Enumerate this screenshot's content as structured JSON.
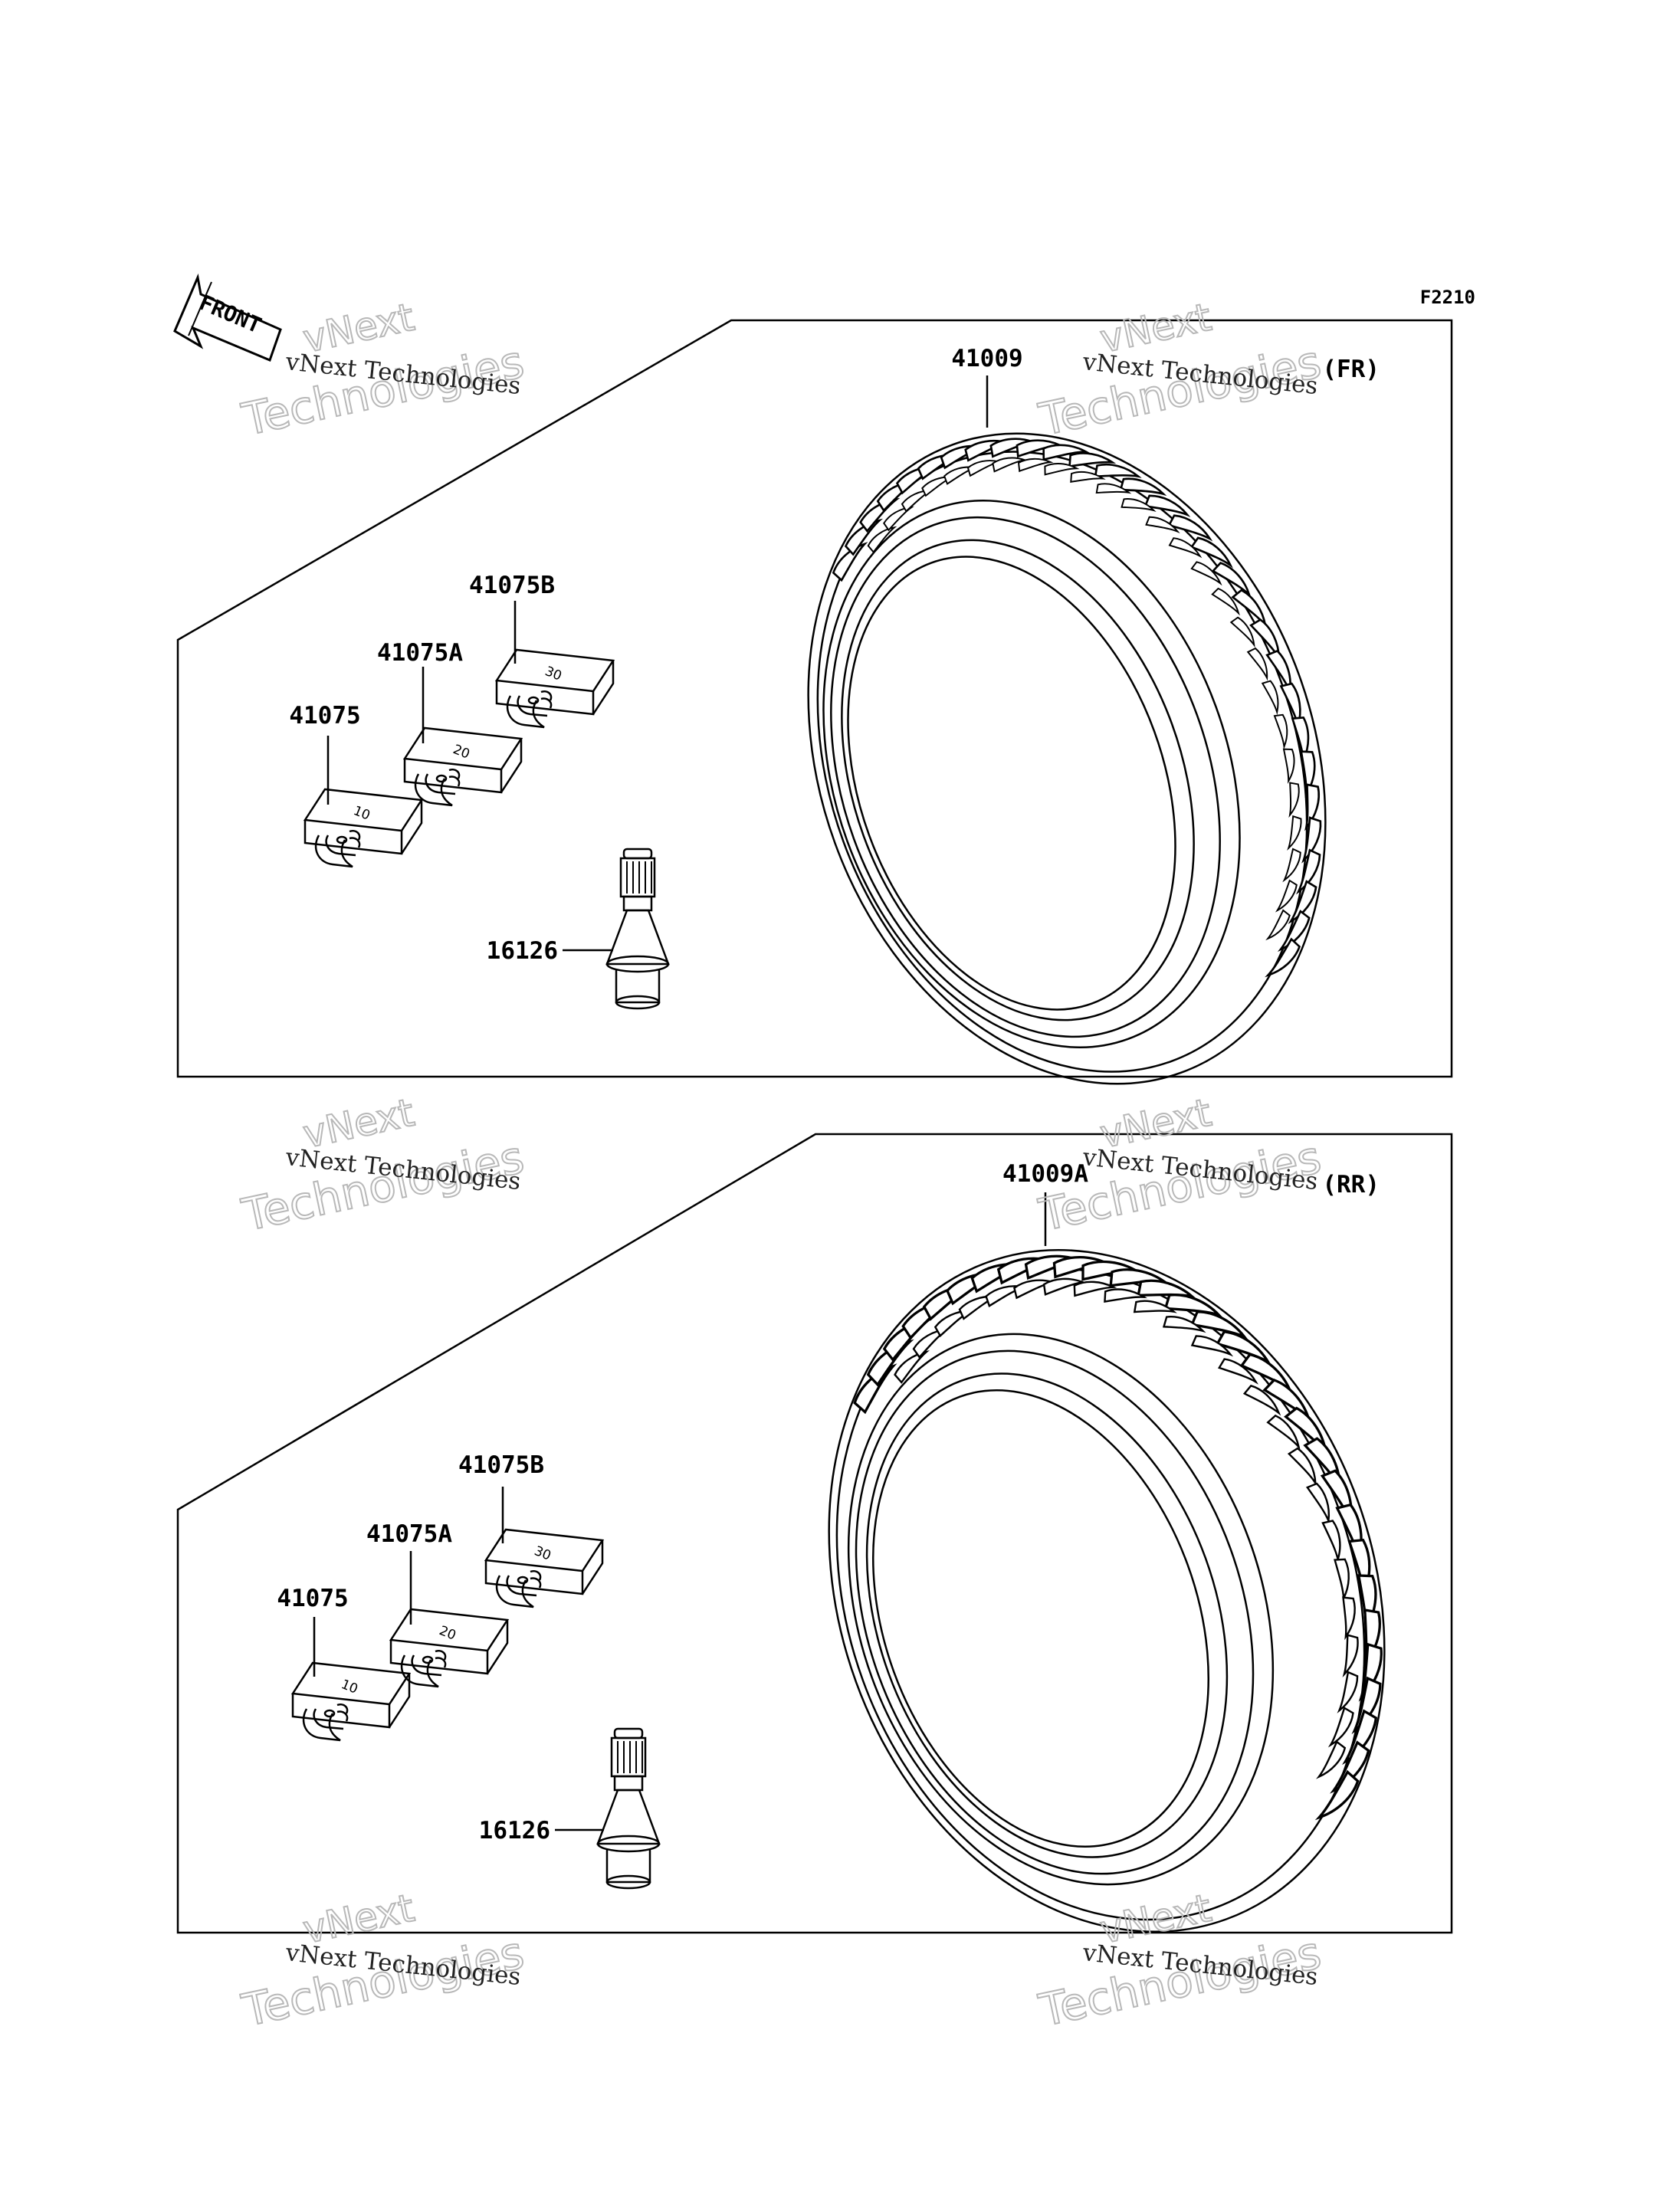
{
  "figure_code": "F2210",
  "front_label": "FRONT",
  "watermark": {
    "line1": "vNext Technologies",
    "big_top": "vNext",
    "big_bottom": "Technologies"
  },
  "sections": [
    {
      "id": "front",
      "tag": "(FR)",
      "tire_part": "41009",
      "weights": [
        {
          "part": "41075",
          "value": "10"
        },
        {
          "part": "41075A",
          "value": "20"
        },
        {
          "part": "41075B",
          "value": "30"
        }
      ],
      "valve_part": "16126"
    },
    {
      "id": "rear",
      "tag": "(RR)",
      "tire_part": "41009A",
      "weights": [
        {
          "part": "41075",
          "value": "10"
        },
        {
          "part": "41075A",
          "value": "20"
        },
        {
          "part": "41075B",
          "value": "30"
        }
      ],
      "valve_part": "16126"
    }
  ]
}
